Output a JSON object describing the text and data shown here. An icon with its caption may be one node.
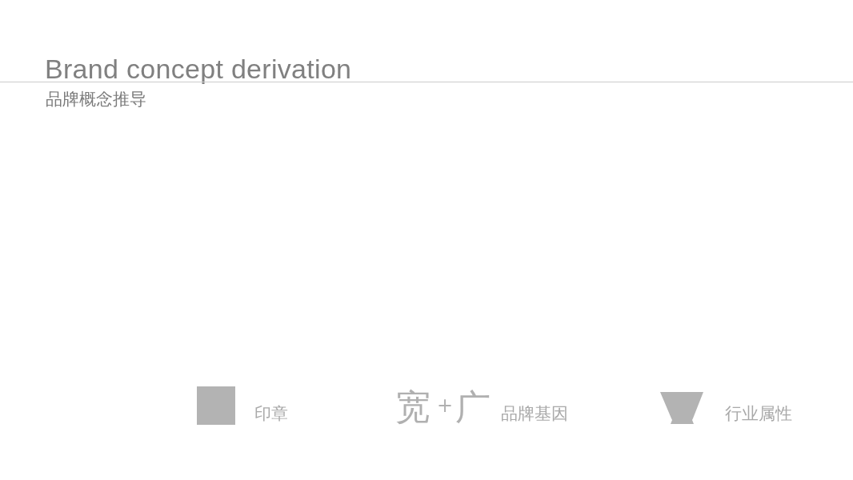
{
  "diagram": {
    "title": "Brand concept derivation",
    "labels": [
      "品牌概念推导",
      "印章",
      "宽",
      "+",
      "广",
      "品牌基因",
      "行业属性"
    ]
  }
}
